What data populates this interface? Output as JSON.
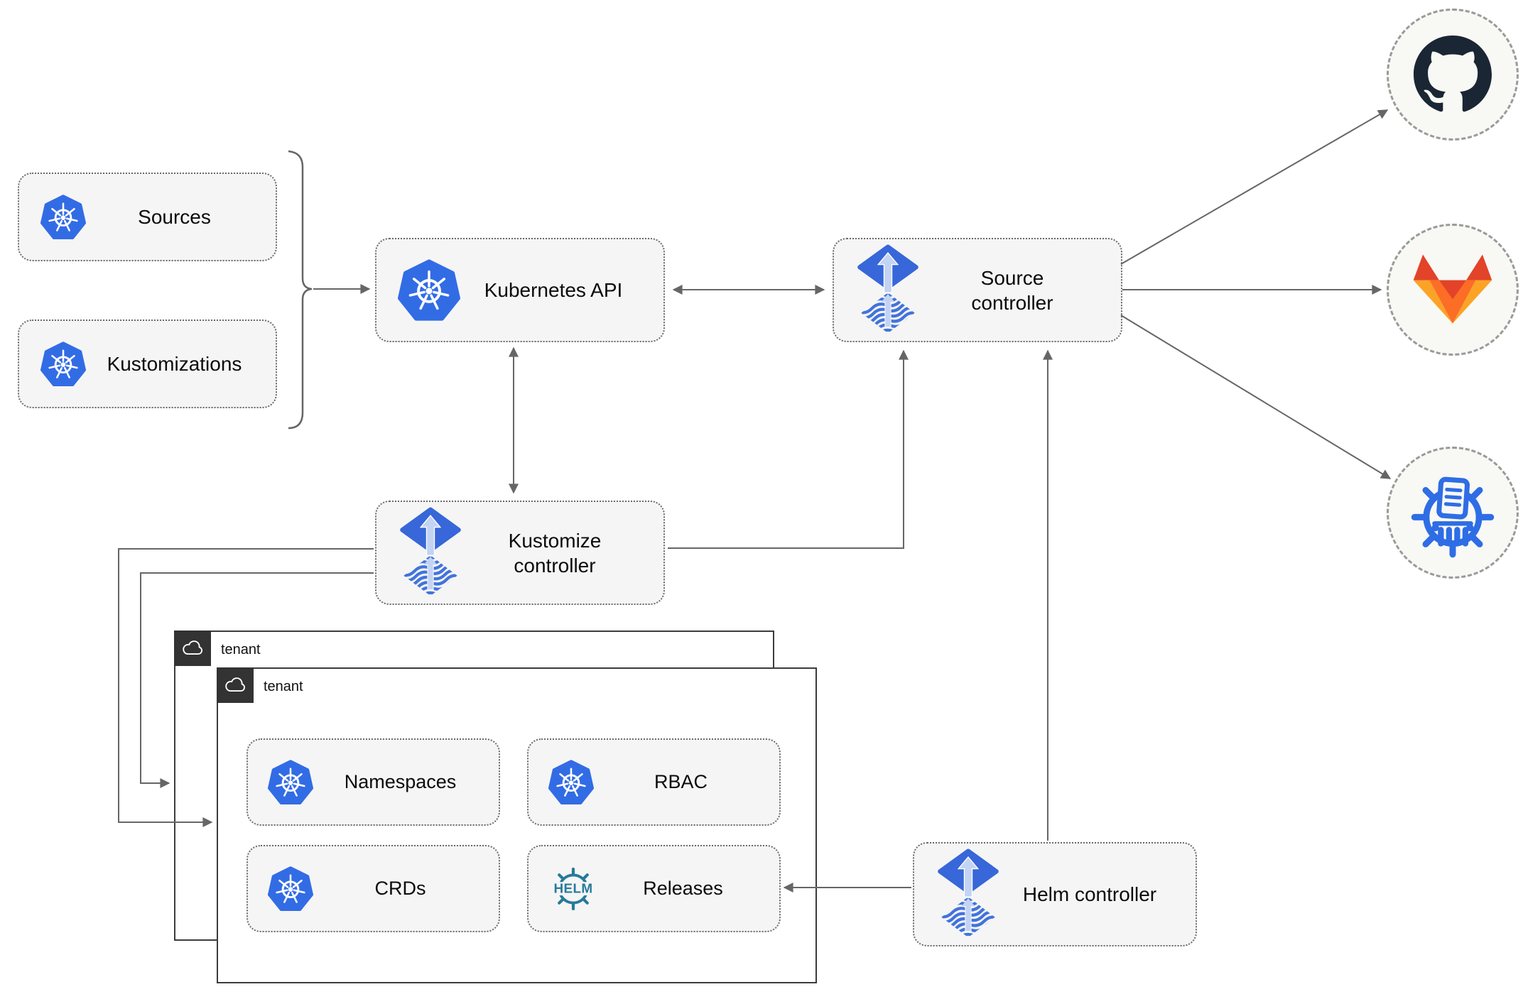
{
  "diagram": {
    "nodes": {
      "sources": {
        "label": "Sources",
        "icon": "kubernetes-icon"
      },
      "kustomizations": {
        "label": "Kustomizations",
        "icon": "kubernetes-icon"
      },
      "kubernetes_api": {
        "label": "Kubernetes API",
        "icon": "kubernetes-icon"
      },
      "source_controller": {
        "label": "Source controller",
        "icon": "flux-icon"
      },
      "kustomize_controller": {
        "label": "Kustomize controller",
        "icon": "flux-icon"
      },
      "helm_controller": {
        "label": "Helm controller",
        "icon": "flux-icon"
      },
      "tenant_back": {
        "label": "tenant",
        "icon": "cloud-icon"
      },
      "tenant_front": {
        "label": "tenant",
        "icon": "cloud-icon"
      },
      "namespaces": {
        "label": "Namespaces",
        "icon": "kubernetes-icon"
      },
      "rbac": {
        "label": "RBAC",
        "icon": "kubernetes-icon"
      },
      "crds": {
        "label": "CRDs",
        "icon": "kubernetes-icon"
      },
      "releases": {
        "label": "Releases",
        "icon": "helm-icon"
      }
    },
    "endpoints": {
      "github": {
        "icon": "github-icon"
      },
      "gitlab": {
        "icon": "gitlab-icon"
      },
      "chart_repository": {
        "icon": "chartmuseum-icon"
      }
    },
    "icons": {
      "helm_logo_text": "HELM"
    },
    "colors": {
      "kubernetes_blue": "#326ce5",
      "flux_blue": "#3767d8",
      "flux_light_blue": "#c3d3f3",
      "helm_teal": "#277a9b",
      "github_navy": "#1a2633",
      "gitlab_red": "#e24329",
      "gitlab_orange": "#fc6d26",
      "gitlab_yellow": "#fca326",
      "chartmuseum_blue": "#2e6de5",
      "connector_gray": "#666666",
      "node_fill": "#f5f5f5",
      "tenant_tab": "#333333"
    }
  }
}
